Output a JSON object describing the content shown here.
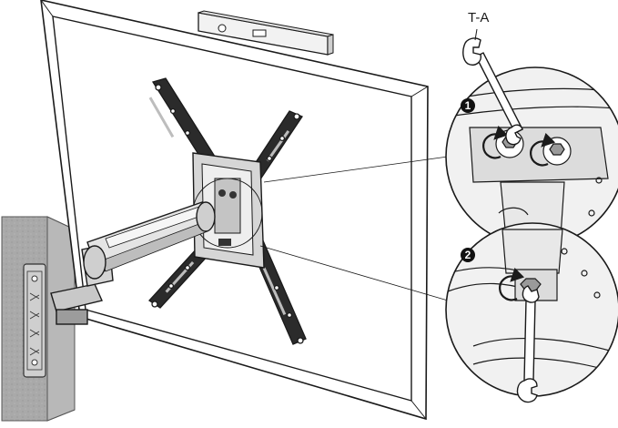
{
  "labels": {
    "tool": "T-A",
    "step1": "1",
    "step2": "2"
  },
  "colors": {
    "line": "#1a1a1a",
    "wall": "#a9a9a9",
    "metal": "#d8d8d8",
    "circle_bg": "#ececec"
  },
  "icons": {
    "wrench": "wrench-icon",
    "nut": "hex-nut-icon",
    "rotate": "rotation-arrow-icon"
  }
}
